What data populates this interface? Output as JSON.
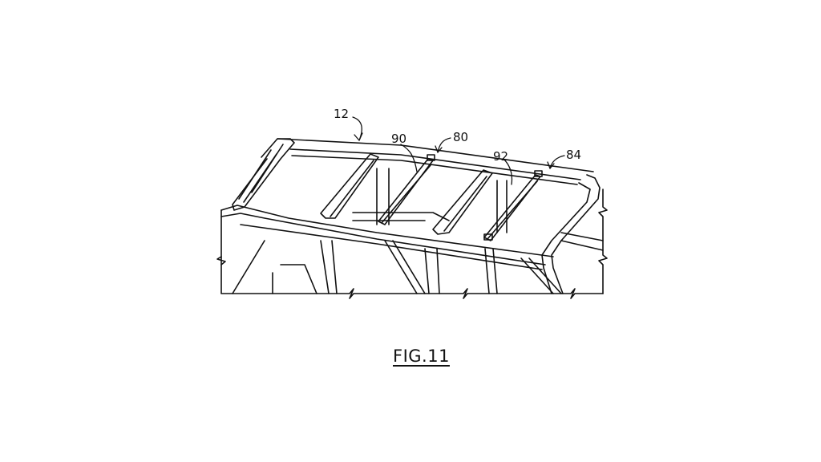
{
  "figure": {
    "title": "FIG.11",
    "labels": {
      "r12": "12",
      "r90": "90",
      "r80": "80",
      "r92": "92",
      "r84": "84"
    }
  },
  "colors": {
    "line": "#111111",
    "background": "#ffffff"
  }
}
